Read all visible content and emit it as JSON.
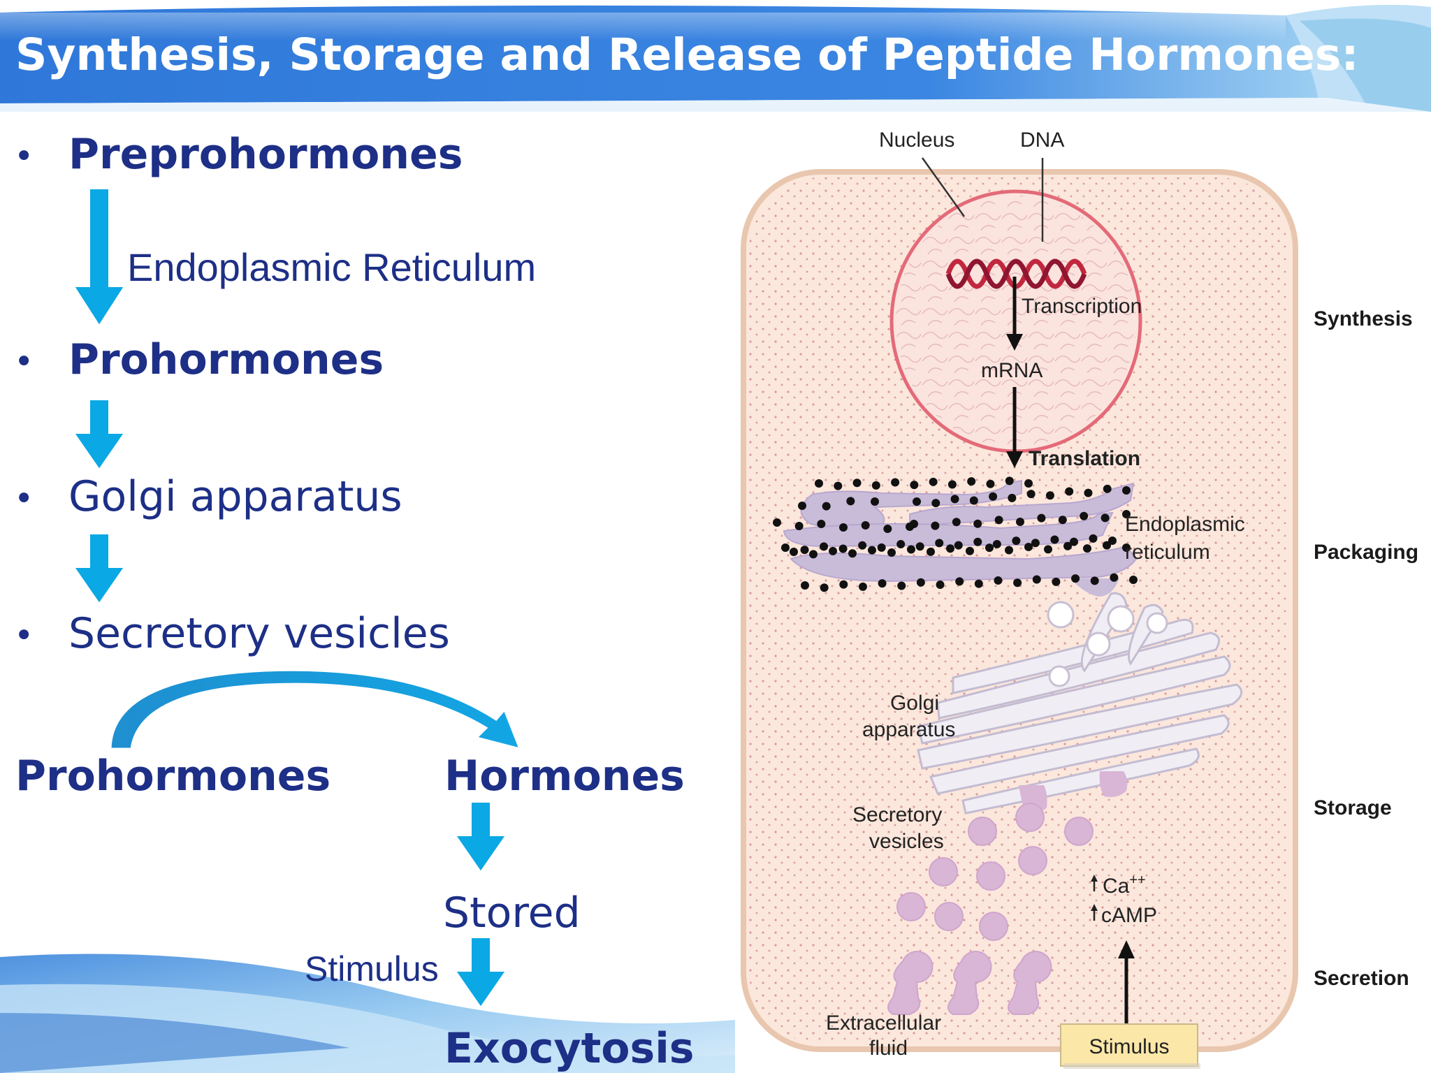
{
  "slide": {
    "title": "Synthesis, Storage and Release of Peptide Hormones:",
    "bullet_char": "•"
  },
  "left_flow": {
    "steps": [
      {
        "label": "Preprohormones"
      },
      {
        "label": "Endoplasmic Reticulum"
      },
      {
        "label": "Prohormones"
      },
      {
        "label": "Golgi apparatus"
      },
      {
        "label": "Secretory vesicles"
      }
    ],
    "conversion_from": "Prohormones",
    "conversion_to": "Hormones",
    "stored": "Stored",
    "stimulus": "Stimulus",
    "exocytosis": "Exocytosis"
  },
  "diagram": {
    "nucleus": "Nucleus",
    "dna": "DNA",
    "transcription": "Transcription",
    "mrna": "mRNA",
    "translation": "Translation",
    "er_line1": "Endoplasmic",
    "er_line2": "reticulum",
    "golgi_line1": "Golgi",
    "golgi_line2": "apparatus",
    "vesicles_line1": "Secretory",
    "vesicles_line2": "vesicles",
    "ca": "Ca",
    "ca_sup": "++",
    "camp": "cAMP",
    "extracellular_line1": "Extracellular",
    "extracellular_line2": "fluid",
    "stimulus_box": "Stimulus",
    "stages": [
      "Synthesis",
      "Packaging",
      "Storage",
      "Secretion"
    ]
  },
  "colors": {
    "title_blue": "#2a78d8",
    "text_navy": "#1d2f86",
    "arrow_cyan": "#0aa8e4",
    "cell_fill": "#fbe7dc",
    "nucleus_border": "#e46a78",
    "organelle_purple": "#c9bcd9",
    "vesicle_pink": "#d9b5d6",
    "stimulus_box": "#fbe7a8"
  }
}
